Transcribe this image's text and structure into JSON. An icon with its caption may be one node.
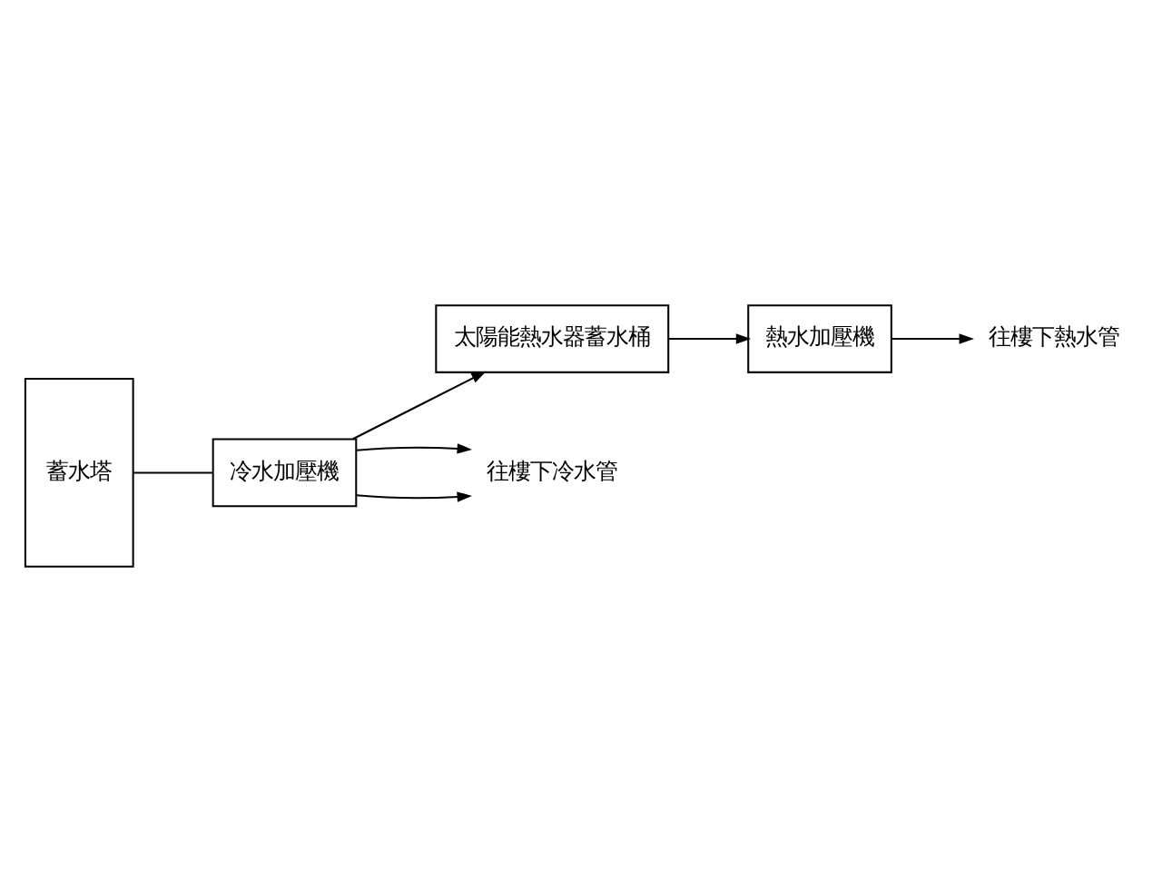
{
  "diagram": {
    "nodes": [
      {
        "text": [
          "蓄水塔"
        ]
      },
      {
        "text": [
          "冷水加壓機"
        ]
      },
      {
        "text": [
          "太陽能熱水器蓄水桶"
        ]
      },
      {
        "text": [
          "熱水加壓機"
        ]
      },
      {
        "text": [
          "往樓下冷水管"
        ]
      },
      {
        "text": [
          "往樓下熱水管"
        ]
      }
    ],
    "edges": [
      {
        "from": 0,
        "to": 1,
        "arrow": "none"
      },
      {
        "from": 1,
        "to": 2,
        "arrow": "to"
      },
      {
        "from": 2,
        "to": 3,
        "arrow": "to"
      },
      {
        "from": 1,
        "to": 4,
        "arrow": "to"
      },
      {
        "from": 1,
        "to": 4,
        "arrow": "to"
      },
      {
        "from": 3,
        "to": 5,
        "arrow": "to"
      }
    ]
  }
}
